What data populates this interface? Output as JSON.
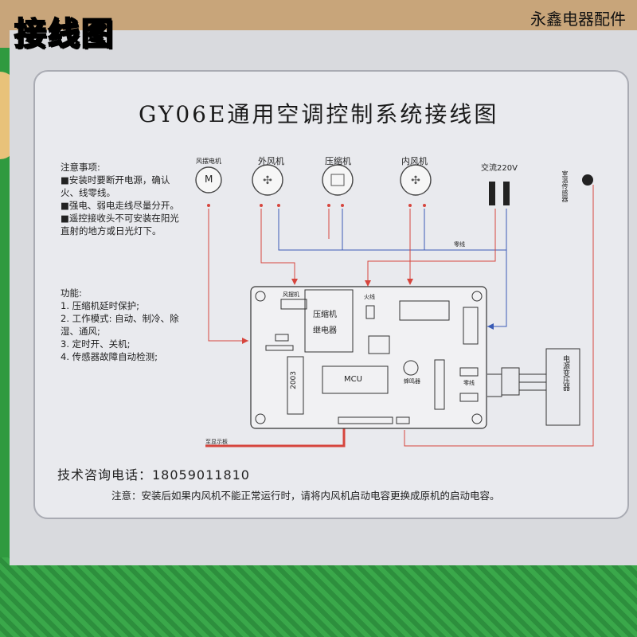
{
  "corner_title": "接线图",
  "shop_name": "永鑫电器配件",
  "main_title": "GY06E通用空调控制系统接线图",
  "notes": {
    "heading": "注意事项:",
    "items": [
      "■安装时要断开电源，确认火、线零线。",
      "■强电、弱电走线尽量分开。",
      "■遥控接收头不可安装在阳光直射的地方或日光灯下。"
    ]
  },
  "functions": {
    "heading": "功能:",
    "items": [
      "1. 压缩机延时保护;",
      "2. 工作模式: 自动、制冷、除湿、通风;",
      "3. 定时开、关机;",
      "4. 传感器故障自动检测;"
    ]
  },
  "components": {
    "swing_motor": "风摆电机",
    "outer_fan": "外风机",
    "compressor": "压缩机",
    "inner_fan": "内风机",
    "ac_power": "交流220V",
    "room_sensor": "室温传感器",
    "neutral": "零线",
    "board_swing": "风摆机",
    "board_fire": "火线",
    "relay": "压缩机继电器",
    "chip": "2003",
    "mcu": "MCU",
    "buzzer": "蜂鸣器",
    "board_neutral": "零线",
    "transformer": "电源变压器",
    "display": "至显示板",
    "motor_symbol": "M"
  },
  "phone_line": "技术咨询电话：18059011810",
  "bottom_note": "注意：安装后如果内风机不能正常运行时，请将内风机启动电容更换成原机的启动电容。"
}
